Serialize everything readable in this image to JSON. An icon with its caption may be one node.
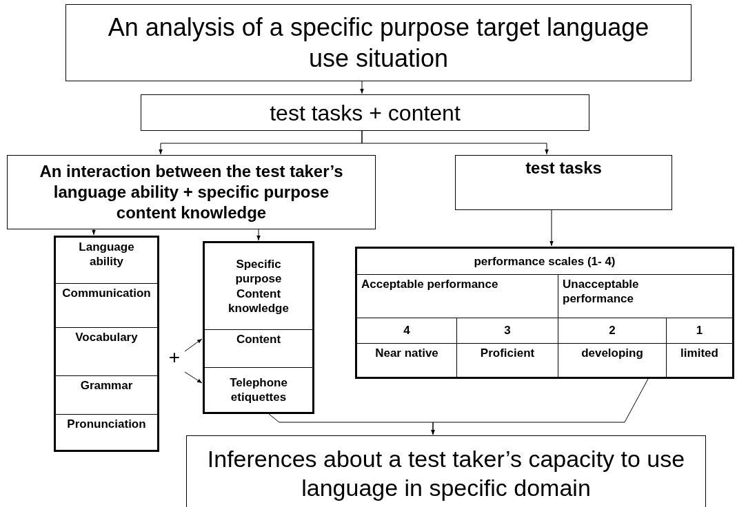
{
  "diagram": {
    "nodes": [
      {
        "text": [
          "An analysis of a specific purpose target language use situation"
        ]
      },
      {
        "text": [
          "test tasks + content"
        ]
      },
      {
        "text": [
          "An interaction between the test taker’s language ability + specific purpose content knowledge"
        ]
      },
      {
        "text": [
          "test tasks"
        ]
      },
      {
        "text": [],
        "shape": "box"
      },
      {
        "text": [
          "Language ability"
        ],
        "in": 4
      },
      {
        "text": [
          "Communication"
        ],
        "in": 4
      },
      {
        "text": [
          "Vocabulary"
        ],
        "in": 4
      },
      {
        "text": [
          "Grammar"
        ],
        "in": 4
      },
      {
        "text": [
          "Pronunciation"
        ],
        "in": 4
      },
      {
        "text": [
          "+"
        ]
      },
      {
        "text": [],
        "shape": "box"
      },
      {
        "text": [
          "Specific purpose Content knowledge"
        ],
        "in": 11
      },
      {
        "text": [
          "Content"
        ],
        "in": 11
      },
      {
        "text": [
          "Telephone etiquettes"
        ],
        "in": 11
      },
      {
        "text": [],
        "shape": "box"
      },
      {
        "text": [
          "performance scales (1- 4)"
        ],
        "in": 15
      },
      {
        "text": [
          "Acceptable performance"
        ],
        "in": 15
      },
      {
        "text": [
          "Unacceptable performance"
        ],
        "in": 15
      },
      {
        "text": [
          "4"
        ],
        "in": 15
      },
      {
        "text": [
          "3"
        ],
        "in": 15
      },
      {
        "text": [
          "2"
        ],
        "in": 15
      },
      {
        "text": [
          "1"
        ],
        "in": 15
      },
      {
        "text": [
          "Near native"
        ],
        "in": 15
      },
      {
        "text": [
          "Proficient"
        ],
        "in": 15
      },
      {
        "text": [
          "developing"
        ],
        "in": 15
      },
      {
        "text": [
          "limited"
        ],
        "in": 15
      },
      {
        "text": [
          "Inferences about a test taker’s capacity to use language in specific domain"
        ]
      }
    ],
    "edges": [
      {
        "from": 0,
        "to": 1,
        "arrow": "to"
      },
      {
        "from": 1,
        "to": 2,
        "arrow": "to"
      },
      {
        "from": 1,
        "to": 3,
        "arrow": "to"
      },
      {
        "from": 2,
        "to": 4,
        "arrow": "to"
      },
      {
        "from": 2,
        "to": 11,
        "arrow": "to"
      },
      {
        "from": 3,
        "to": 15,
        "arrow": "to"
      },
      {
        "from": 10,
        "to": 13,
        "arrow": "to"
      },
      {
        "from": 10,
        "to": 14,
        "arrow": "to"
      },
      {
        "from": 11,
        "to": 27,
        "arrow": "to"
      },
      {
        "from": 15,
        "to": 27,
        "arrow": "to"
      }
    ]
  }
}
